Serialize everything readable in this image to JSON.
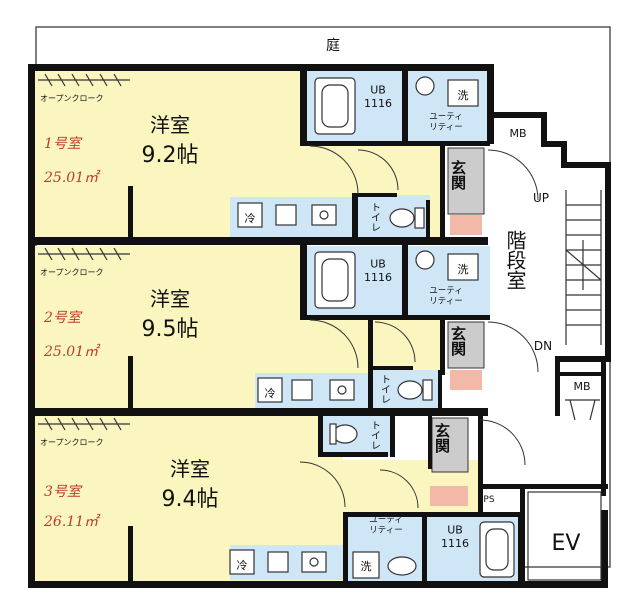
{
  "garden_label": "庭",
  "stair": {
    "label": "階段室",
    "up": "UP",
    "dn": "DN"
  },
  "elevator": "EV",
  "meter_box": "MB",
  "pipe_space": "PS",
  "units": [
    {
      "unit": "1号室",
      "area": "25.01㎡",
      "room_type": "洋室",
      "room_size": "9.2帖",
      "closet": "オープンクローク",
      "bath": "UB\n1116",
      "utility": "ユーティ\nリティー",
      "washer": "洗",
      "fridge": "冷",
      "toilet": "トイレ",
      "entrance": "玄関"
    },
    {
      "unit": "2号室",
      "area": "25.01㎡",
      "room_type": "洋室",
      "room_size": "9.5帖",
      "closet": "オープンクローク",
      "bath": "UB\n1116",
      "utility": "ユーティ\nリティー",
      "washer": "洗",
      "fridge": "冷",
      "toilet": "トイレ",
      "entrance": "玄関"
    },
    {
      "unit": "3号室",
      "area": "26.11㎡",
      "room_type": "洋室",
      "room_size": "9.4帖",
      "closet": "オープンクローク",
      "bath": "UB\n1116",
      "utility": "ユーティ\nリティー",
      "washer": "洗",
      "fridge": "冷",
      "toilet": "トイレ",
      "entrance": "玄関"
    }
  ]
}
